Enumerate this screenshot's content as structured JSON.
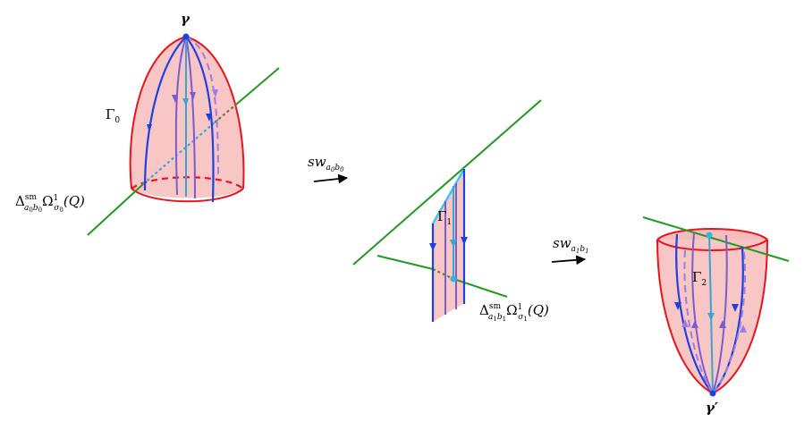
{
  "labels": {
    "gamma": "γ",
    "gamma_prime": "γ′",
    "Gamma0_base": "Γ",
    "Gamma0_sub": "0",
    "Gamma1_base": "Γ",
    "Gamma1_sub": "1",
    "Gamma2_base": "Γ",
    "Gamma2_sub": "2",
    "delta0": {
      "base": "Δ",
      "sup": "sm",
      "sub_a": "a",
      "sub_a_sub": "0",
      "sub_b": "b",
      "sub_b_sub": "0",
      "omega": "Ω",
      "omega_sup": "1",
      "omega_sub": "σ",
      "omega_sub_sub": "0",
      "arg": "(Q)"
    },
    "delta1": {
      "base": "Δ",
      "sup": "sm",
      "sub_a": "a",
      "sub_a_sub": "1",
      "sub_b": "b",
      "sub_b_sub": "1",
      "omega": "Ω",
      "omega_sup": "1",
      "omega_sub": "σ",
      "omega_sub_sub": "1",
      "arg": "(Q)"
    },
    "sw0": {
      "base": "sw",
      "sub_a": "a",
      "sub_a_sub": "0",
      "sub_b": "b",
      "sub_b_sub": "0"
    },
    "sw1": {
      "base": "sw",
      "sub_a": "a",
      "sub_a_sub": "1",
      "sub_b": "b",
      "sub_b_sub": "1"
    }
  },
  "colors": {
    "fill": "#f9c6c6",
    "rim": "#e8141a",
    "flow_blue": "#1f3fe0",
    "flow_purple": "#7b5ccc",
    "flow_cyan": "#3aa3cf",
    "transversal": "#1f9b1f",
    "boundary_cyan": "#3ec4f0",
    "dot_blue": "#1f3fe0",
    "dot_cyan": "#30b8e0"
  }
}
